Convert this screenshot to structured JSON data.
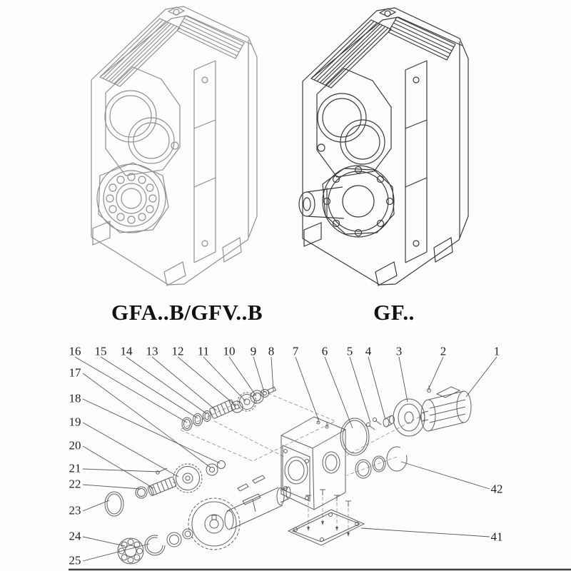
{
  "page": {
    "background": "#fdfdfd",
    "bottom_rule_color": "#3f3f3f"
  },
  "labels": {
    "left": "GFA..B/GFV..B",
    "right": "GF.."
  },
  "drawing_colors": {
    "left_drawing_stroke": "#8f8f8f",
    "right_drawing_stroke": "#3a3a3a",
    "exploded_stroke": "#5f5f5f",
    "phantom_stroke": "#8a8a8a",
    "leader_stroke": "#555555",
    "callout_text": "#1f1f1f"
  },
  "exploded_view": {
    "callouts": {
      "top": [
        "16",
        "15",
        "14",
        "13",
        "12",
        "11",
        "10",
        "9",
        "8",
        "7",
        "6",
        "5",
        "4",
        "3",
        "2",
        "1"
      ],
      "left": [
        "17",
        "18",
        "19",
        "20",
        "21",
        "22",
        "23",
        "24",
        "25"
      ],
      "right": [
        "42",
        "41"
      ]
    }
  }
}
